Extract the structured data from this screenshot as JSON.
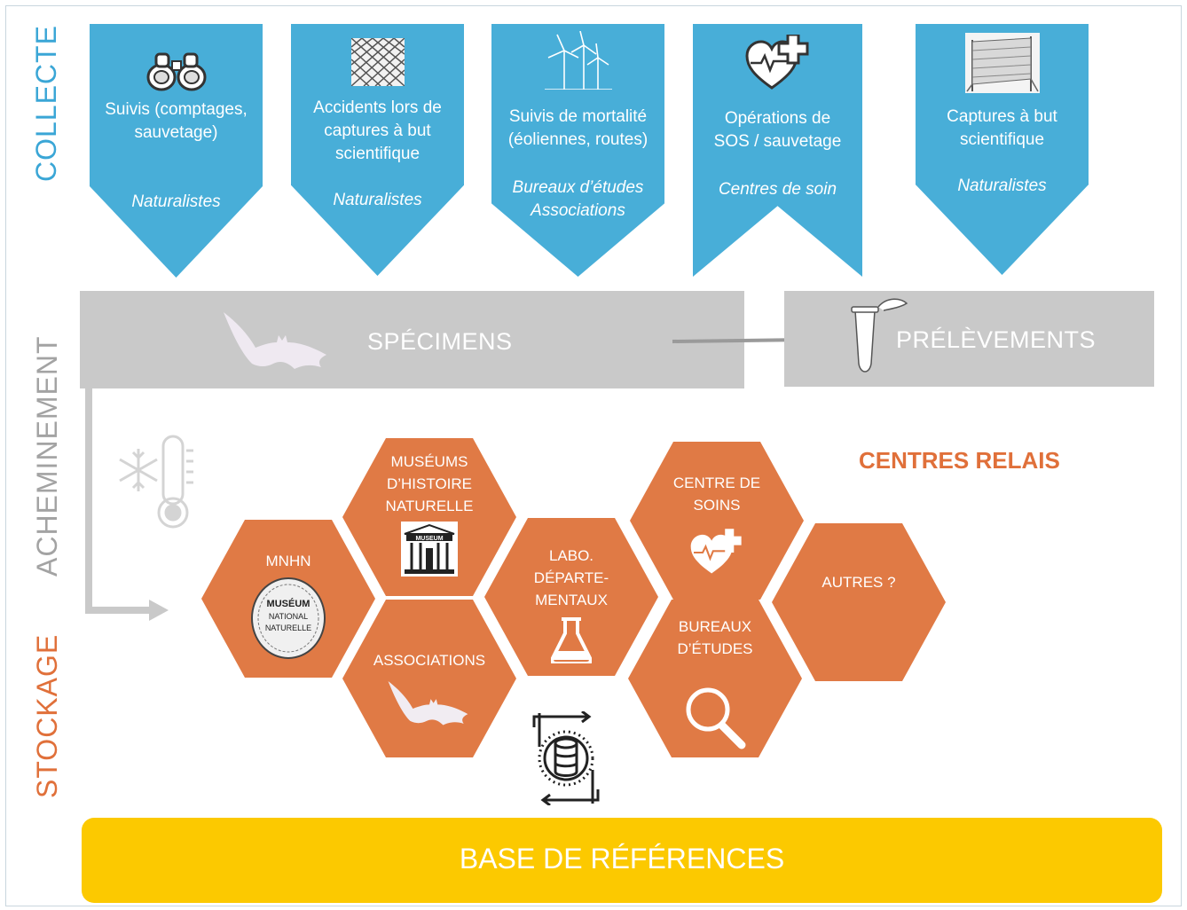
{
  "side_labels": {
    "collecte": "COLLECTE",
    "acheminement": "ACHEMINEMENT",
    "stockage": "STOCKAGE"
  },
  "collecte": [
    {
      "title_line1": "Suivis (comptages,",
      "title_line2": "sauvetage)",
      "title_line3": "",
      "actor_line1": "Naturalistes",
      "actor_line2": "",
      "icon": "binoculars-icon"
    },
    {
      "title_line1": "Accidents lors de",
      "title_line2": "captures à but",
      "title_line3": "scientifique",
      "actor_line1": "Naturalistes",
      "actor_line2": "",
      "icon": "net-icon"
    },
    {
      "title_line1": "Suivis de mortalité",
      "title_line2": "(éoliennes, routes)",
      "title_line3": "",
      "actor_line1": "Bureaux d’études",
      "actor_line2": "Associations",
      "icon": "wind-turbine-icon"
    },
    {
      "title_line1": "Opérations de",
      "title_line2": "SOS / sauvetage",
      "title_line3": "",
      "actor_line1": "Centres de soin",
      "actor_line2": "",
      "icon": "heart-cross-icon"
    },
    {
      "title_line1": "Captures à but",
      "title_line2": "scientifique",
      "title_line3": "",
      "actor_line1": "Naturalistes",
      "actor_line2": "",
      "icon": "mist-net-icon"
    }
  ],
  "acheminement": {
    "specimens": "SPÉCIMENS",
    "prelevements": "PRÉLÈVEMENTS"
  },
  "centres_relais_title": "CENTRES RELAIS",
  "hexagons": {
    "mnhn": {
      "line1": "MNHN",
      "logo_text_1": "MUSÉUM",
      "logo_text_2": "NATIONAL",
      "logo_text_3": "NATURELLE"
    },
    "museums": {
      "line1": "MUSÉUMS",
      "line2": "D’HISTOIRE",
      "line3": "NATURELLE",
      "logo_text": "MUSEUM"
    },
    "associations": {
      "line1": "ASSOCIATIONS"
    },
    "labo": {
      "line1": "LABO.",
      "line2": "DÉPARTE-",
      "line3": "MENTAUX"
    },
    "centre_soins": {
      "line1": "CENTRE DE",
      "line2": "SOINS"
    },
    "bureaux": {
      "line1": "BUREAUX",
      "line2": "D’ÉTUDES"
    },
    "autres": {
      "line1": "AUTRES ?"
    }
  },
  "base": "BASE DE RÉFÉRENCES",
  "colors": {
    "blue": "#48aed8",
    "grey": "#c9c9c9",
    "orange": "#e07a45",
    "orange_text": "#e0703a",
    "yellow": "#fcc900"
  }
}
